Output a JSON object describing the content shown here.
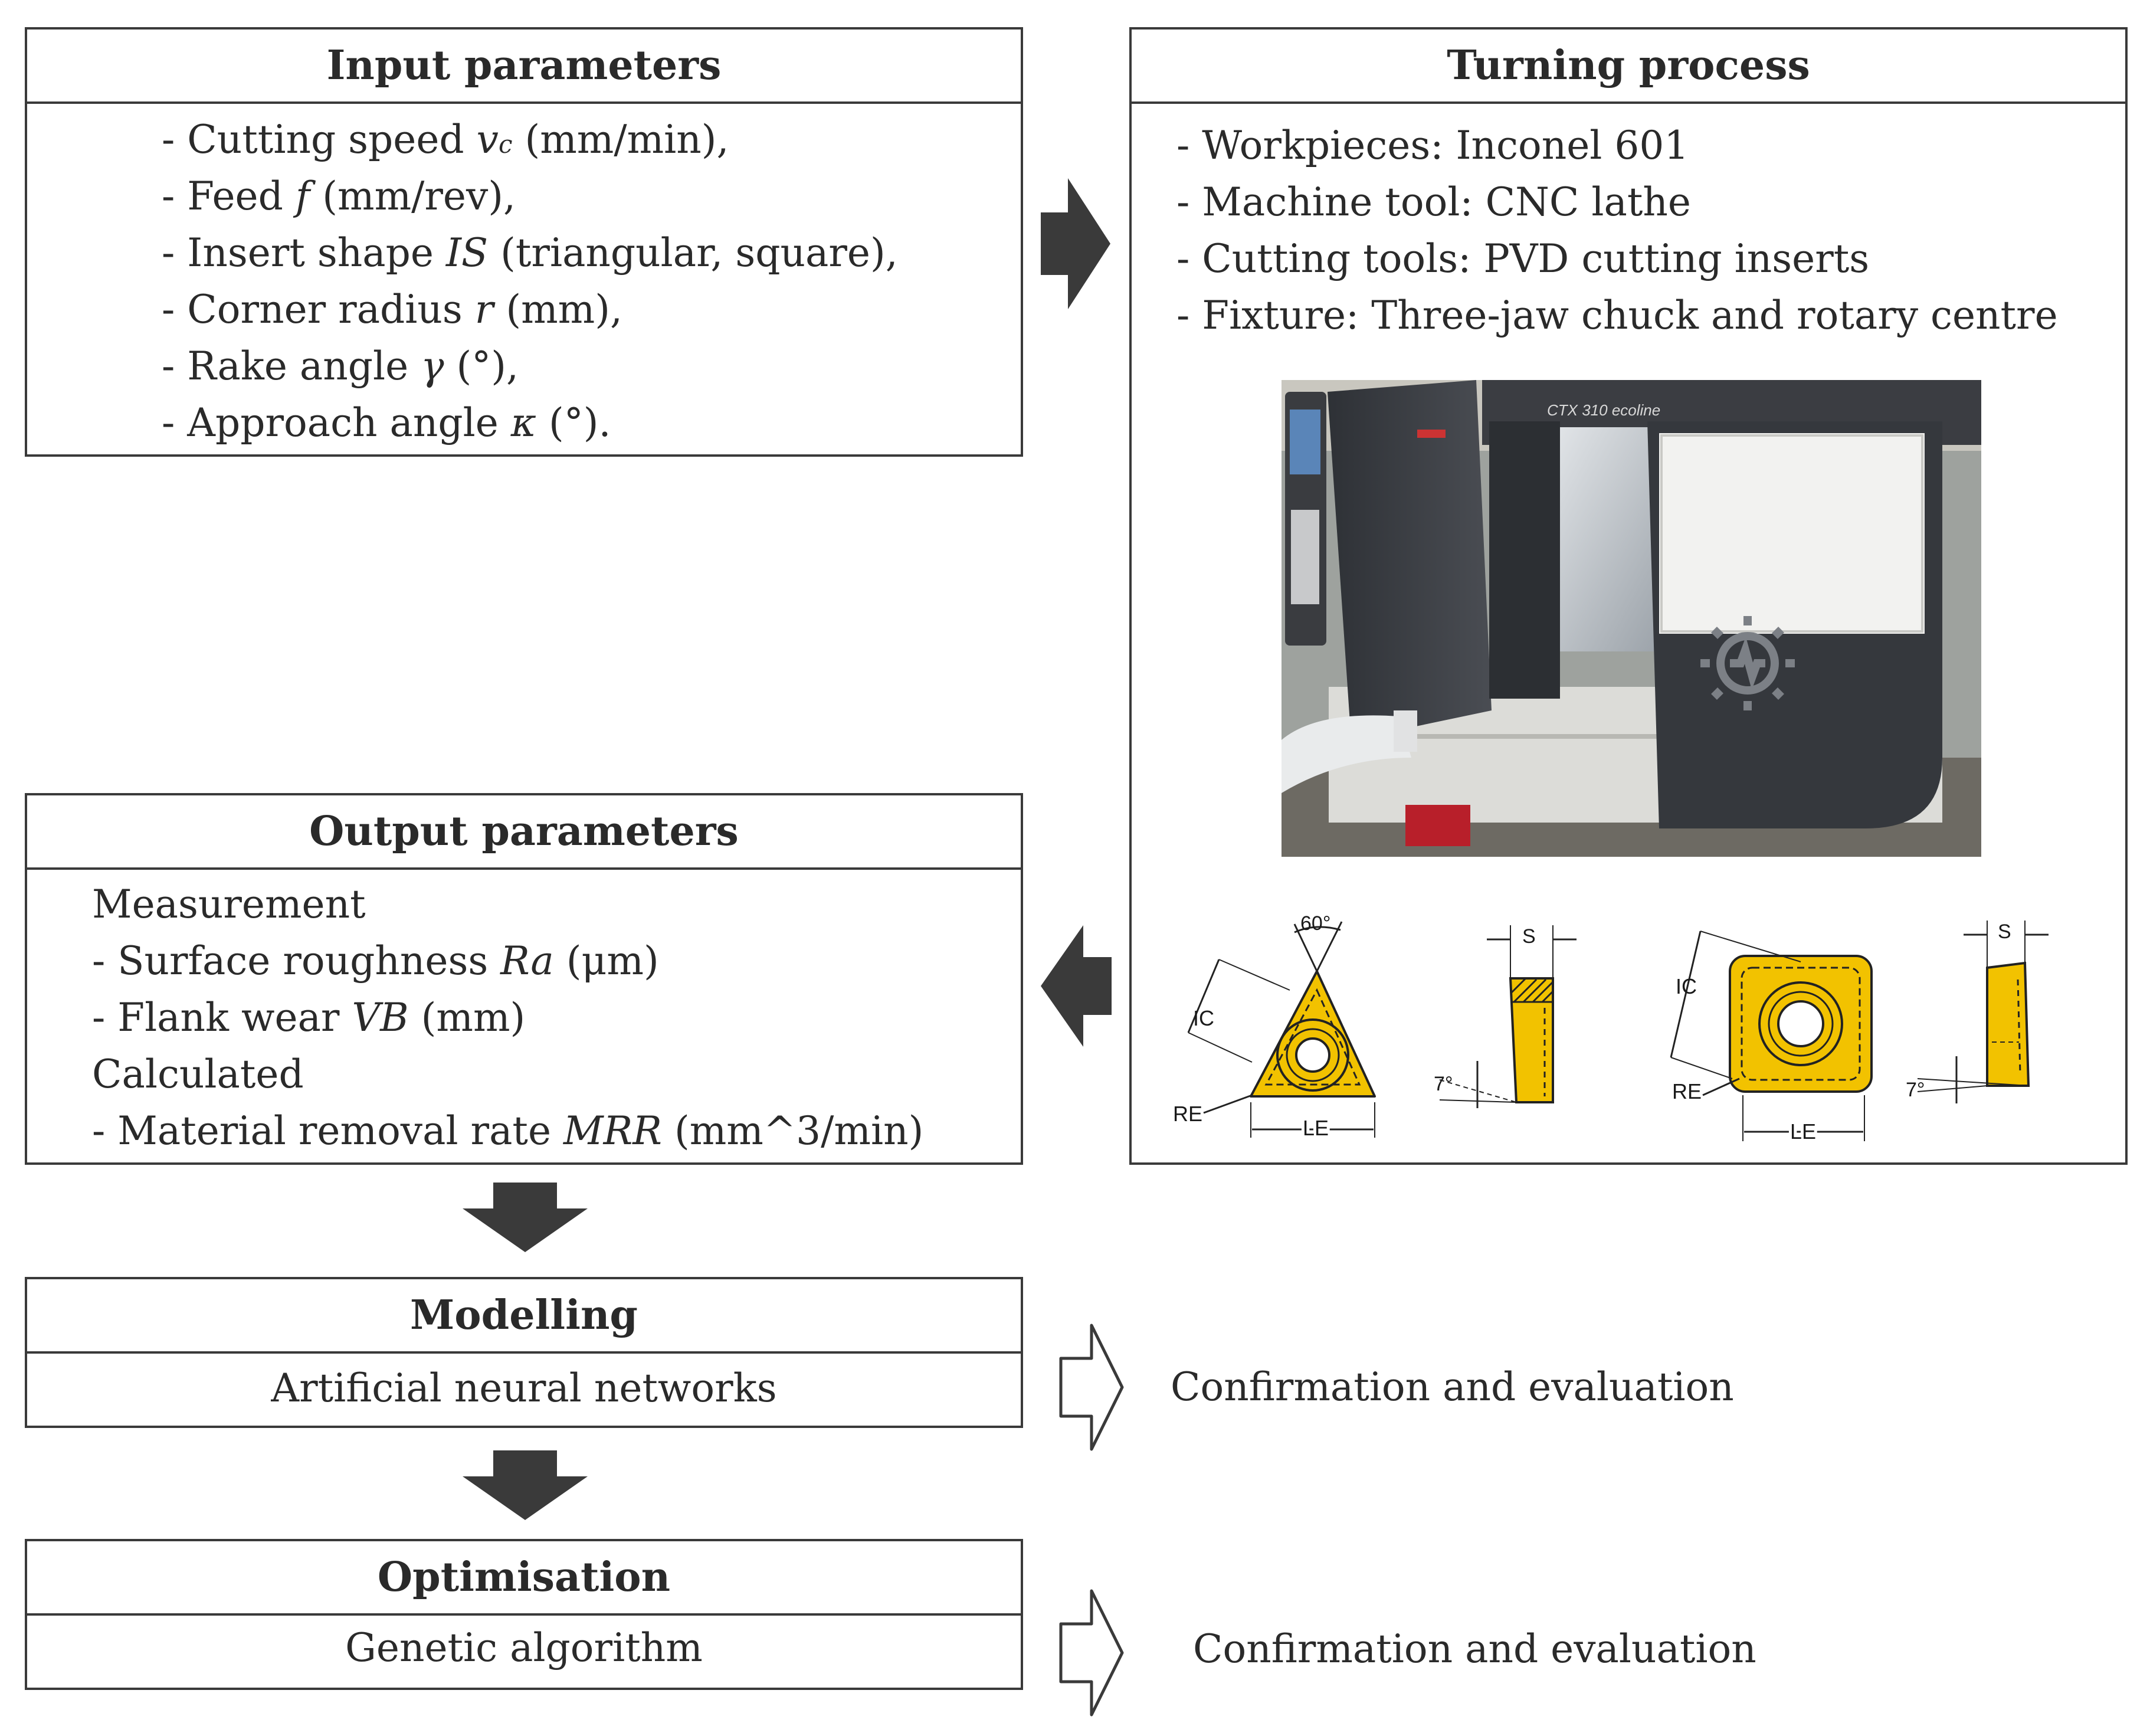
{
  "input_parameters": {
    "title": "Input parameters",
    "items": [
      {
        "prefix": "- Cutting speed ",
        "sym": "v",
        "sub": "c",
        "suffix": " (mm/min),"
      },
      {
        "prefix": "- Feed ",
        "sym": "f",
        "suffix": " (mm/rev),"
      },
      {
        "prefix": "- Insert shape ",
        "sym": "IS",
        "suffix": " (triangular, square),"
      },
      {
        "prefix": "- Corner radius ",
        "sym": "r",
        "suffix": " (mm),"
      },
      {
        "prefix": "- Rake angle ",
        "sym": "γ",
        "suffix": " (°),"
      },
      {
        "prefix": "- Approach angle ",
        "sym": "κ",
        "suffix": " (°)."
      }
    ]
  },
  "turning_process": {
    "title": "Turning process",
    "items": [
      "- Workpieces: Inconel 601",
      "- Machine tool: CNC lathe",
      "- Cutting tools: PVD cutting inserts",
      "- Fixture: Three-jaw chuck and rotary centre"
    ],
    "photo_badge": "CTX 310 ecoline",
    "insert_labels": {
      "angle": "60°",
      "ic": "IC",
      "re": "RE",
      "le": "LE",
      "s": "S",
      "clearance": "7°"
    }
  },
  "output_parameters": {
    "title": "Output parameters",
    "measurement_label": "Measurement",
    "measurement_items": [
      {
        "prefix": "- Surface roughness ",
        "sym": "Ra",
        "suffix": " (μm)"
      },
      {
        "prefix": "- Flank wear ",
        "sym": "VB",
        "suffix": " (mm)"
      }
    ],
    "calculated_label": "Calculated",
    "calculated_items": [
      {
        "prefix": "- Material removal rate ",
        "sym": "MRR",
        "suffix": " (mm^3/min)"
      }
    ]
  },
  "modelling": {
    "title": "Modelling",
    "body": "Artificial neural networks",
    "side_note": "Confirmation and evaluation"
  },
  "optimisation": {
    "title": "Optimisation",
    "body": "Genetic algorithm",
    "side_note": "Confirmation and evaluation"
  },
  "colors": {
    "border": "#3a3a3a",
    "arrow": "#3a3a3a",
    "insert_yellow": "#f2c200",
    "machine_dark": "#3b3d42"
  }
}
